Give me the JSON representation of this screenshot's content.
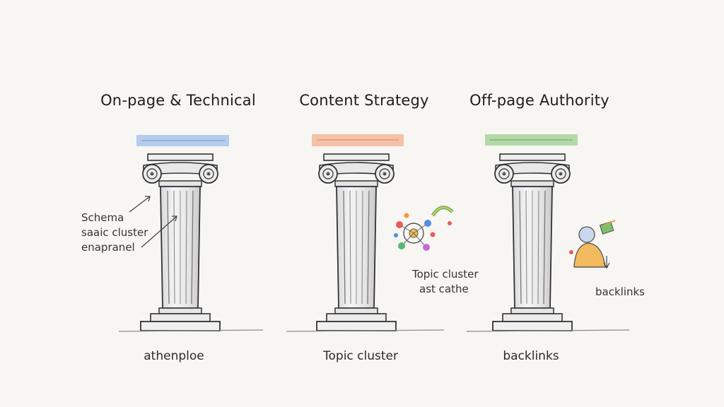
{
  "pillars": [
    {
      "title": "On-page & Technical",
      "accent": "#a9c4ea",
      "caption": "athenploe",
      "notes": [
        "Schema",
        "saaic cluster",
        "enapranel"
      ]
    },
    {
      "title": "Content Strategy",
      "accent": "#f4b79a",
      "caption": "Topic cluster",
      "notes": [
        "Topic cluster",
        "ast cathe"
      ]
    },
    {
      "title": "Off-page Authority",
      "accent": "#a8d49a",
      "caption": "backlinks",
      "notes": [
        "backlinks"
      ]
    }
  ],
  "icons": {
    "pillar_2_doodle": "topic-cluster-doodle-icon",
    "pillar_3_doodle": "person-link-doodle-icon"
  }
}
